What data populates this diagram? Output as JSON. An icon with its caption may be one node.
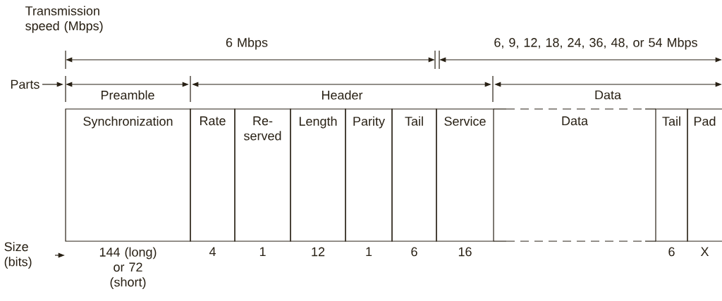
{
  "diagram": {
    "nodes": [
      {
        "text": [
          "Synchronization"
        ],
        "beside": [
          "144 (long) or 72 (short)"
        ]
      },
      {
        "text": [
          "Rate"
        ],
        "beside": [
          "4"
        ]
      },
      {
        "text": [
          "Re- served"
        ],
        "beside": [
          "1"
        ]
      },
      {
        "text": [
          "Length"
        ],
        "beside": [
          "12"
        ]
      },
      {
        "text": [
          "Parity"
        ],
        "beside": [
          "1"
        ]
      },
      {
        "text": [
          "Tail"
        ],
        "beside": [
          "6"
        ]
      },
      {
        "text": [
          "Service"
        ],
        "beside": [
          "16"
        ]
      },
      {
        "text": [
          "Data"
        ]
      },
      {
        "text": [
          "Tail"
        ],
        "beside": [
          "6"
        ]
      },
      {
        "text": [
          "Pad"
        ],
        "beside": [
          "X"
        ]
      }
    ],
    "edges": [],
    "labels": [
      "Transmission speed (Mbps)",
      "6 Mbps",
      "6, 9, 12, 18, 24, 36, 48, or 54 Mbps",
      "Parts",
      "Preamble",
      "Header",
      "Data",
      "Size (bits)"
    ]
  }
}
